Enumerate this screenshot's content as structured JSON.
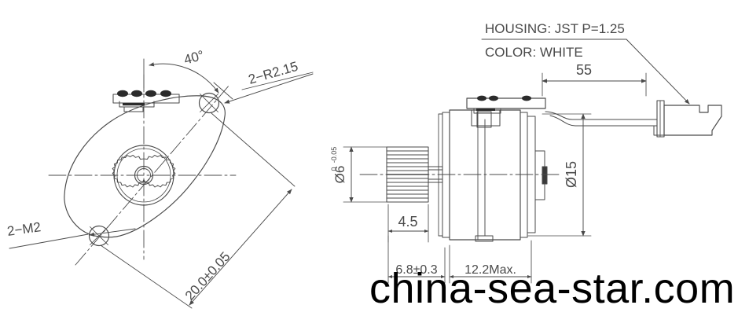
{
  "drawing": {
    "title": "Micro gear motor technical drawing",
    "stroke_color": "#4a4a4a",
    "watermark_color": "#000000",
    "background": "#ffffff"
  },
  "left_view": {
    "name": "front-view-gearbox-plate",
    "labels": {
      "angle": "40°",
      "radius_callout": "2−R2.15",
      "thread_callout": "2−M2",
      "center_distance": "20.0±0.05"
    }
  },
  "right_view": {
    "name": "side-view-motor-assembly",
    "notes": {
      "housing": "HOUSING: JST  P=1.25",
      "color": "COLOR: WHITE"
    },
    "labels": {
      "lead_length": "55",
      "body_diameter": "Ø15",
      "pinion_diameter": "Ø6",
      "pinion_tolerance_upper": "0",
      "pinion_tolerance_lower": "-0.05",
      "pinion_length": "4.5",
      "shaft_length": "6.8±0.3",
      "body_length": "12.2Max."
    }
  },
  "watermark": {
    "text": "china-sea-star.com"
  }
}
